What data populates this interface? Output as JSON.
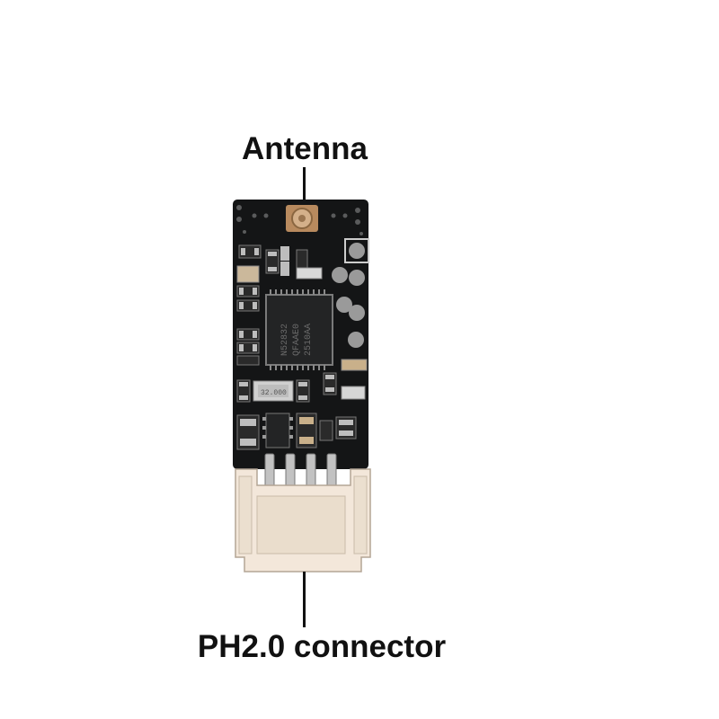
{
  "labels": {
    "antenna": "Antenna",
    "connector": "PH2.0 connector"
  },
  "colors": {
    "pcb": "#141516",
    "connector_housing": "#f3e7da",
    "pin": "#b9b9b9",
    "chip": "#1f2021"
  },
  "chip_marking": [
    "N52832",
    "QFAAE0",
    "2510AA"
  ],
  "crystal_marking": "32.000"
}
